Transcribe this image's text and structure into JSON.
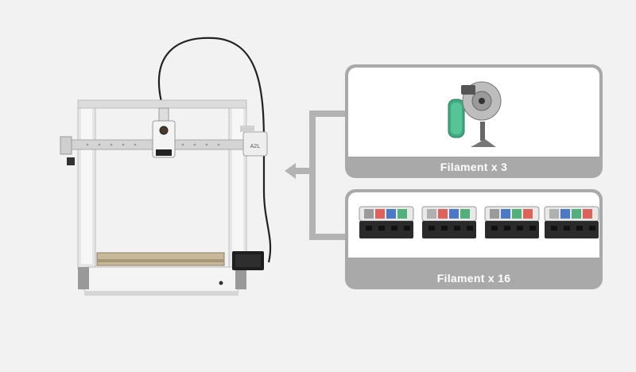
{
  "cards": {
    "top": {
      "label": "Filament x 3"
    },
    "bottom": {
      "label": "Filament x 16"
    }
  },
  "printer": {
    "badge": "A2L"
  },
  "colors": {
    "card_frame": "#a9a9a9",
    "background": "#f2f2f2",
    "connector": "#b3b3b3",
    "spool_green": "#3fa982",
    "hub_red": "#e0605a",
    "hub_blue": "#4c78c8",
    "hub_green": "#53b07a"
  }
}
